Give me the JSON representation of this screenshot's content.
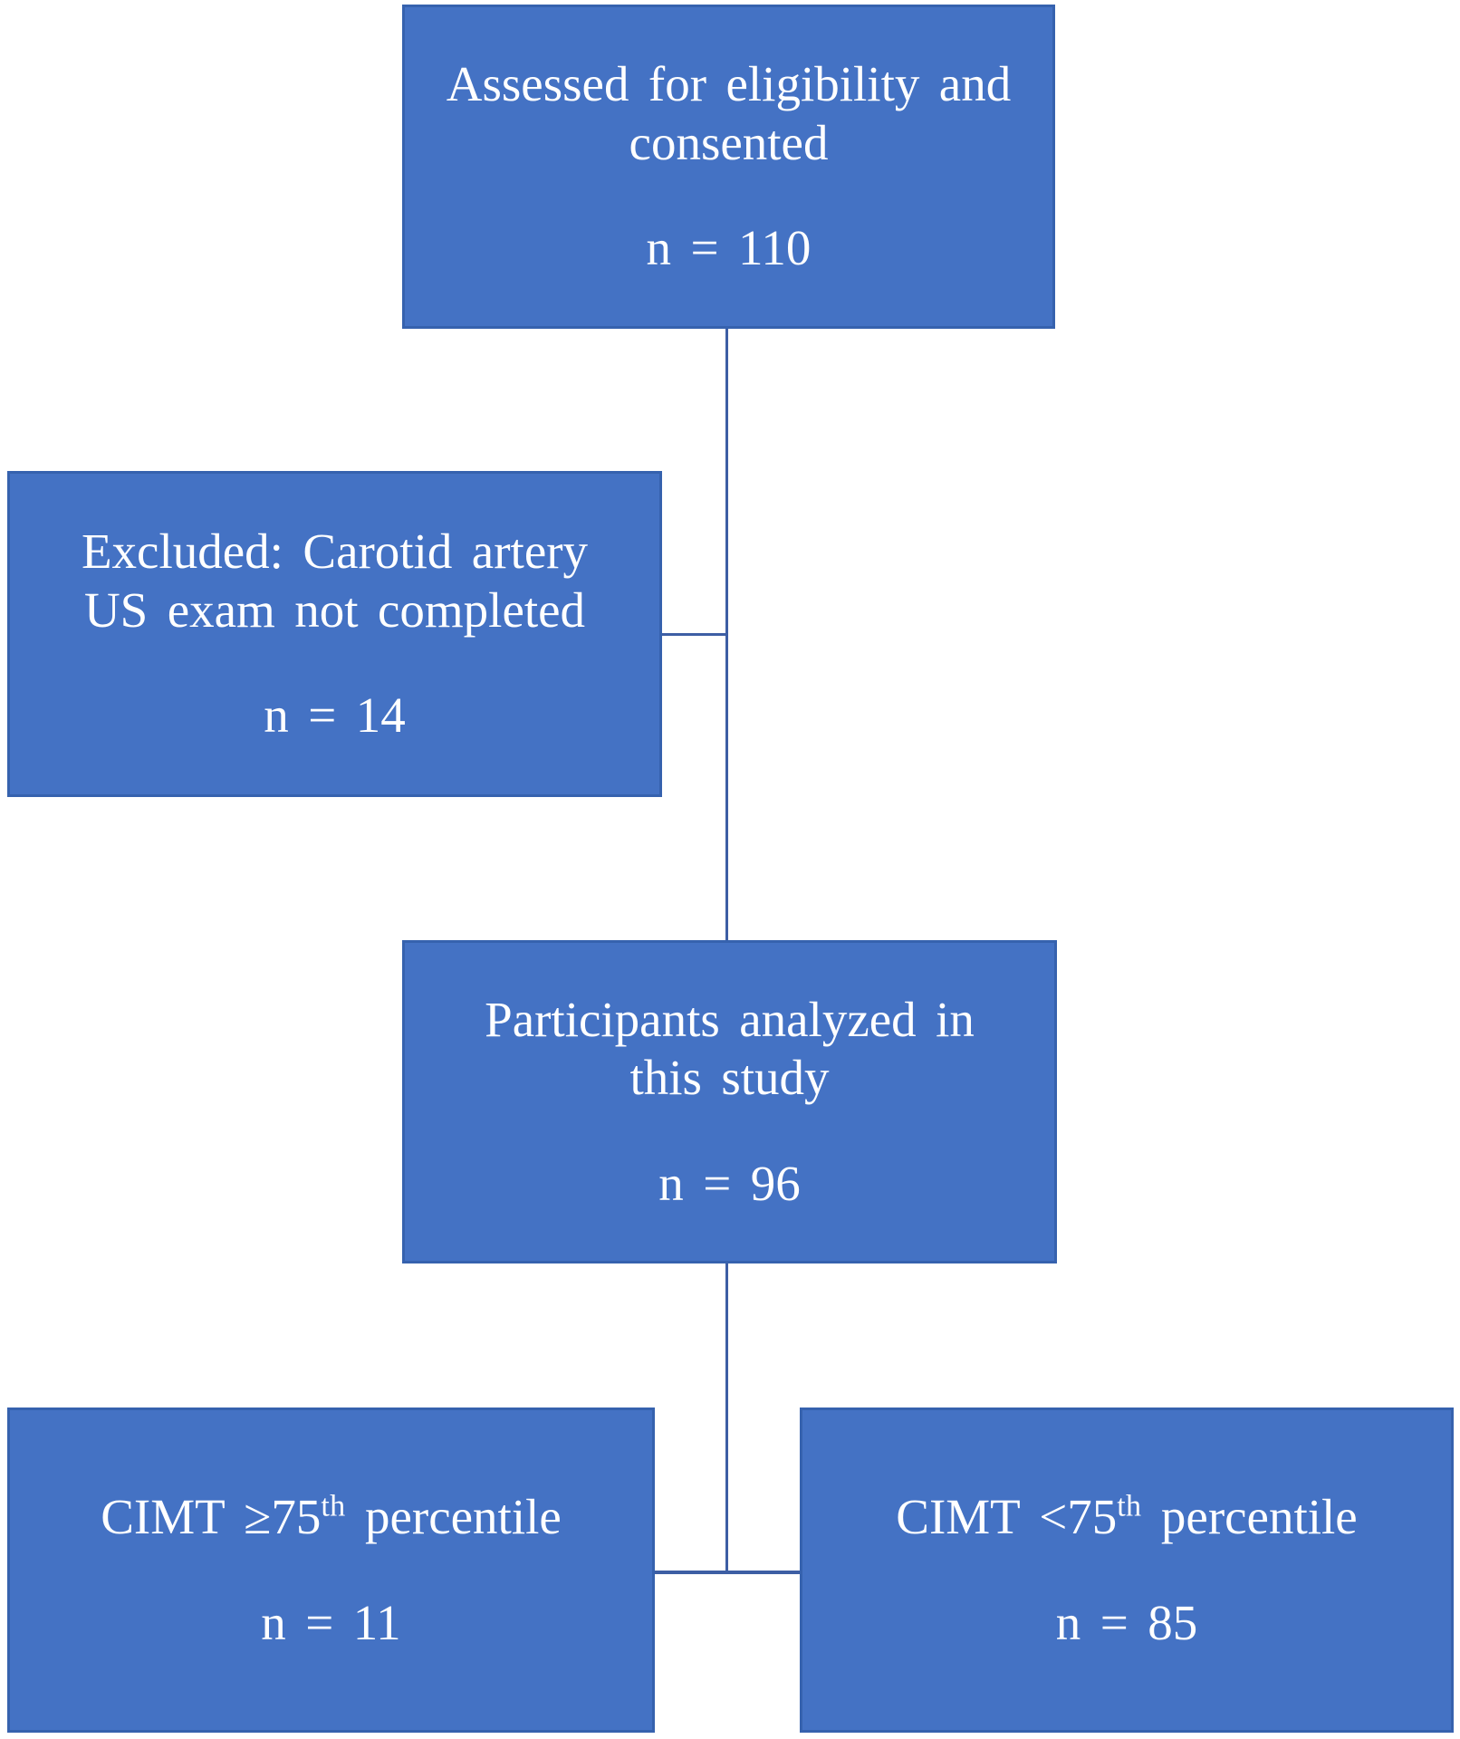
{
  "diagram": {
    "type": "participant-flow-diagram",
    "colors": {
      "box_fill": "#4472C4",
      "box_border": "#3662AE",
      "connector": "#3D5EA4",
      "text": "#FFFFFF",
      "background": "#FFFFFF"
    },
    "boxes": {
      "assessed": {
        "line1": "Assessed for eligibility and",
        "line2": "consented",
        "count": "n = 110"
      },
      "excluded": {
        "line1": "Excluded: Carotid artery",
        "line2": "US exam not completed",
        "count": "n = 14"
      },
      "analyzed": {
        "line1": "Participants analyzed in",
        "line2": "this study",
        "count": "n = 96"
      },
      "cimt_high": {
        "text_pre": "CIMT ≥75",
        "text_sup": "th",
        "text_post": " percentile",
        "count": "n = 11"
      },
      "cimt_low": {
        "text_pre": "CIMT <75",
        "text_sup": "th",
        "text_post": " percentile",
        "count": "n = 85"
      }
    }
  }
}
